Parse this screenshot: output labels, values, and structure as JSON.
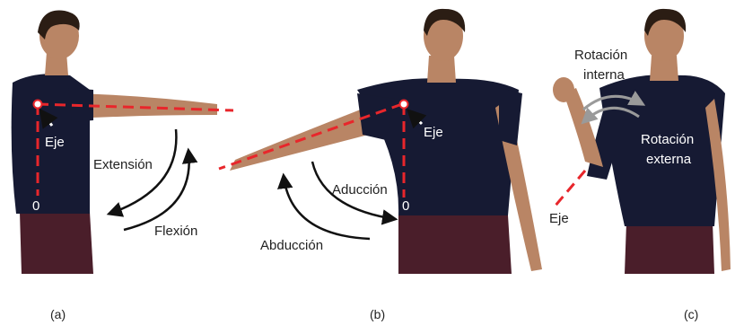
{
  "panels": [
    {
      "id": "a",
      "caption": "(a)",
      "labels": {
        "axis": "Eje",
        "zero": "0",
        "upper_arc": "Extensión",
        "lower_arc": "Flexión"
      }
    },
    {
      "id": "b",
      "caption": "(b)",
      "labels": {
        "axis": "Eje",
        "zero": "0",
        "inner_arc": "Aducción",
        "outer_arc": "Abducción"
      }
    },
    {
      "id": "c",
      "caption": "(c)",
      "labels": {
        "internal_line1": "Rotación",
        "internal_line2": "interna",
        "external_line1": "Rotación",
        "external_line2": "externa",
        "axis": "Eje"
      }
    }
  ],
  "colors": {
    "axis_line": "#e8262b",
    "shirt": "#161a33",
    "skin": "#b98565",
    "pants": "#4a1e2a",
    "hair": "#2b1d14",
    "arrow": "#111111",
    "rotation_arrow": "#9a9a9a",
    "label_on_shirt": "#ffffff",
    "label_default": "#222222"
  }
}
